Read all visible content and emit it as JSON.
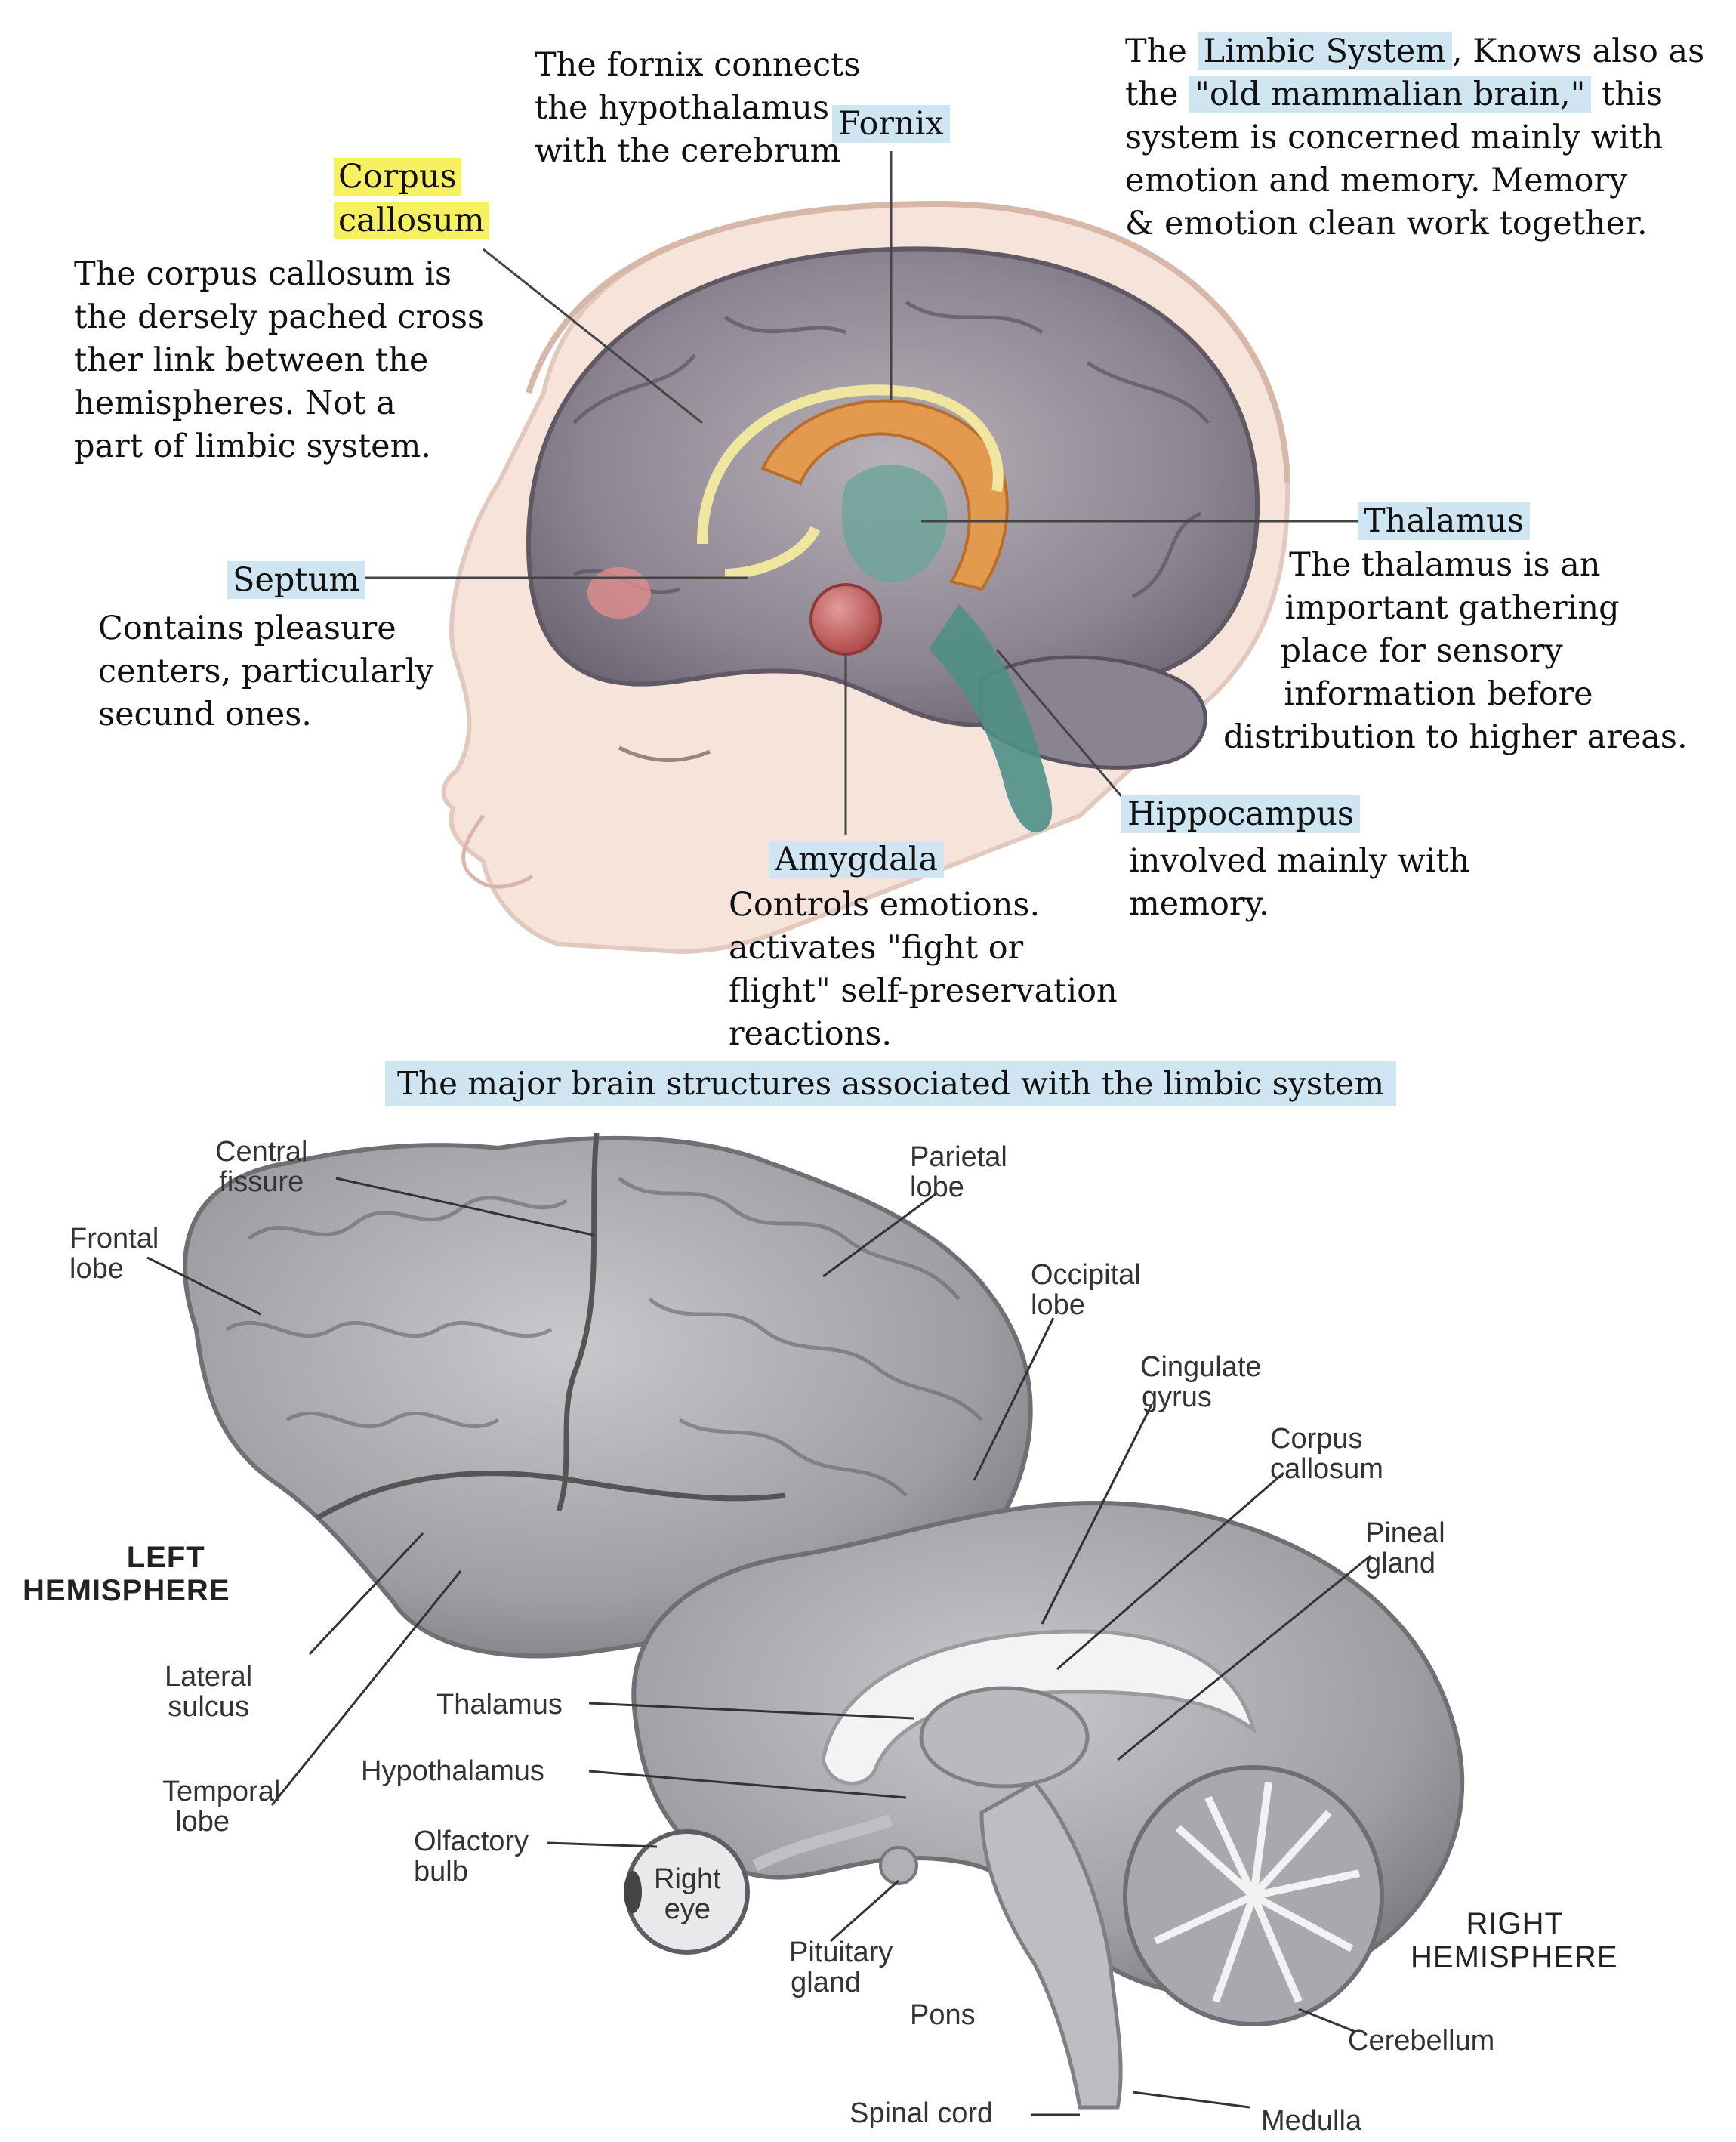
{
  "top": {
    "fornix_note": [
      "The fornix connects",
      "the hypothalamus",
      "with the cerebrum"
    ],
    "fornix": "Fornix",
    "limbic_lines": [
      "The ",
      "Limbic System",
      ", Knows also as",
      "the ",
      "\"old mammalian brain,\"",
      " this",
      "system is concerned mainly with",
      "emotion and memory. Memory",
      "& emotion clean work together."
    ],
    "corpus_callosum": [
      "Corpus",
      "callosum"
    ],
    "corpus_note": [
      "The corpus callosum is",
      "the dersely pached cross",
      "ther link between the",
      "hemispheres. Not a",
      "part of limbic system."
    ],
    "thalamus": "Thalamus",
    "thalamus_note": [
      "The thalamus is an",
      "important gathering",
      "place for sensory",
      "information before",
      "distribution to higher areas."
    ],
    "septum": "Septum",
    "septum_note": [
      "Contains pleasure",
      "centers, particularly",
      "secund ones."
    ],
    "hippocampus": "Hippocampus",
    "hippocampus_note": [
      "involved mainly with",
      "memory."
    ],
    "amygdala": "Amygdala",
    "amygdala_note": [
      "Controls emotions.",
      "activates \"fight or",
      "flight\" self-preservation",
      "reactions."
    ],
    "caption": "The major brain structures associated with the limbic system"
  },
  "bottom": {
    "central_fissure": [
      "Central",
      "fissure"
    ],
    "parietal_lobe": [
      "Parietal",
      "lobe"
    ],
    "frontal_lobe": [
      "Frontal",
      "lobe"
    ],
    "occipital_lobe": [
      "Occipital",
      "lobe"
    ],
    "cingulate_gyrus": [
      "Cingulate",
      "gyrus"
    ],
    "corpus_callosum": [
      "Corpus",
      "callosum"
    ],
    "pineal_gland": [
      "Pineal",
      "gland"
    ],
    "left_hemisphere": [
      "LEFT",
      "HEMISPHERE"
    ],
    "lateral_sulcus": [
      "Lateral",
      "sulcus"
    ],
    "thalamus": "Thalamus",
    "hypothalamus": "Hypothalamus",
    "temporal_lobe": [
      "Temporal",
      "lobe"
    ],
    "olfactory_bulb": [
      "Olfactory",
      "bulb"
    ],
    "right_eye": [
      "Right",
      "eye"
    ],
    "pituitary_gland": [
      "Pituitary",
      "gland"
    ],
    "right_hemisphere": [
      "RIGHT",
      "HEMISPHERE"
    ],
    "pons": "Pons",
    "cerebellum": "Cerebellum",
    "spinal_cord": "Spinal cord",
    "medulla": "Medulla"
  },
  "colors": {
    "highlight_blue": "#cfe6f2",
    "highlight_yellow": "#f7f060",
    "brain_gray": "#8f8f99",
    "limbic_orange": "#e39a4e",
    "amygdala_red": "#c75b5b",
    "hippocampus_teal": "#4f8f86"
  }
}
